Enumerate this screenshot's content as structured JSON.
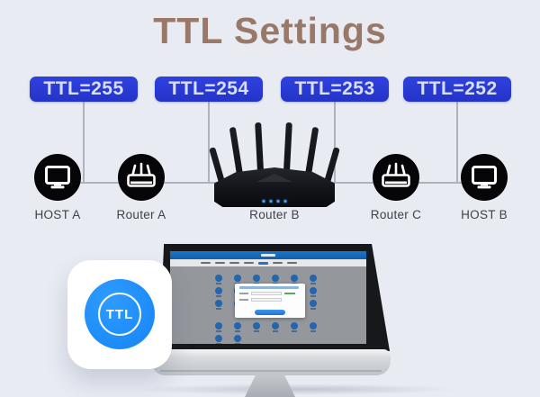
{
  "title": "TTL Settings",
  "badges": [
    {
      "label": "TTL=255"
    },
    {
      "label": "TTL=254"
    },
    {
      "label": "TTL=253"
    },
    {
      "label": "TTL=252"
    }
  ],
  "devices": {
    "host_a": "HOST A",
    "router_a": "Router A",
    "router_b": "Router B",
    "router_c": "Router C",
    "host_b": "HOST B"
  },
  "app_icon": {
    "label": "TTL"
  },
  "colors": {
    "background": "#e8ebf2",
    "title_brown": "#9a7867",
    "badge_blue": "#2a3bd2",
    "badge_text": "#d8defb",
    "line_gray": "#adb2bd",
    "device_black": "#060608",
    "app_blue": "#1b8dff",
    "screen_icon_blue": "#2465ad",
    "screen_titlebar_blue": "#1668b8"
  }
}
